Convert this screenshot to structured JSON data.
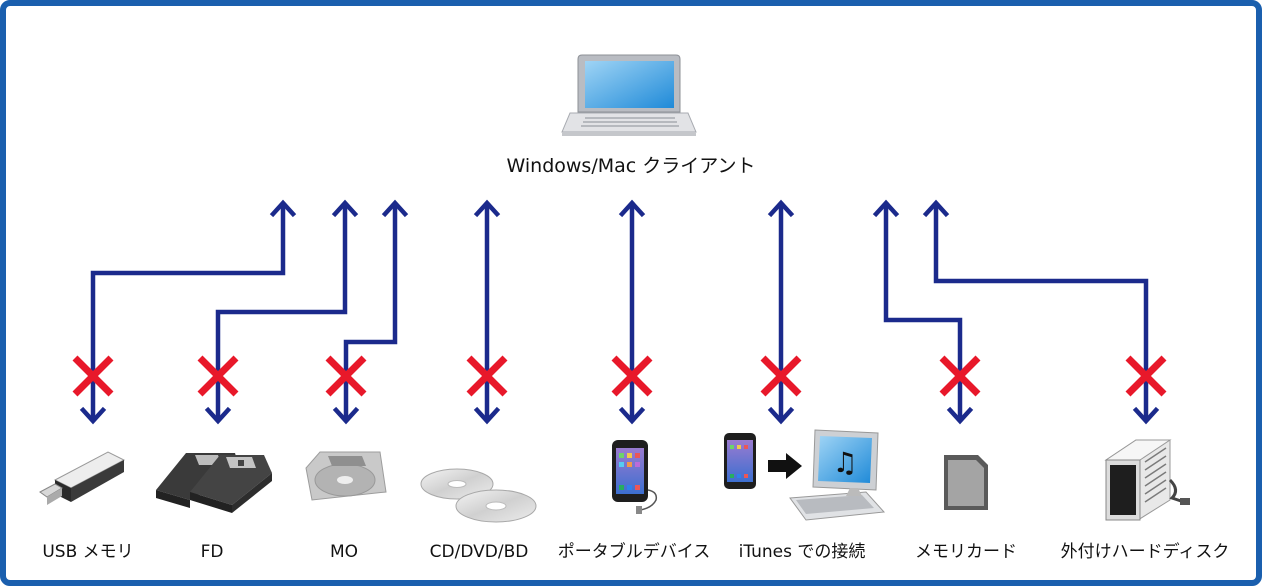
{
  "client": {
    "label": "Windows/Mac クライアント",
    "icon": "laptop-icon"
  },
  "connection_status": "blocked",
  "colors": {
    "frame": "#1a5fae",
    "arrow": "#1b2a8c",
    "blocked_mark": "#e8182a"
  },
  "devices": [
    {
      "id": "usb",
      "label": "USB メモリ",
      "icon": "usb-memory-icon"
    },
    {
      "id": "fd",
      "label": "FD",
      "icon": "floppy-disk-icon"
    },
    {
      "id": "mo",
      "label": "MO",
      "icon": "mo-disk-icon"
    },
    {
      "id": "cd",
      "label": "CD/DVD/BD",
      "icon": "optical-disc-icon"
    },
    {
      "id": "portable",
      "label": "ポータブルデバイス",
      "icon": "smartphone-icon"
    },
    {
      "id": "itunes",
      "label": "iTunes での接続",
      "icon": "itunes-sync-icon"
    },
    {
      "id": "memcard",
      "label": "メモリカード",
      "icon": "memory-card-icon"
    },
    {
      "id": "hdd",
      "label": "外付けハードディスク",
      "icon": "external-hdd-icon"
    }
  ]
}
